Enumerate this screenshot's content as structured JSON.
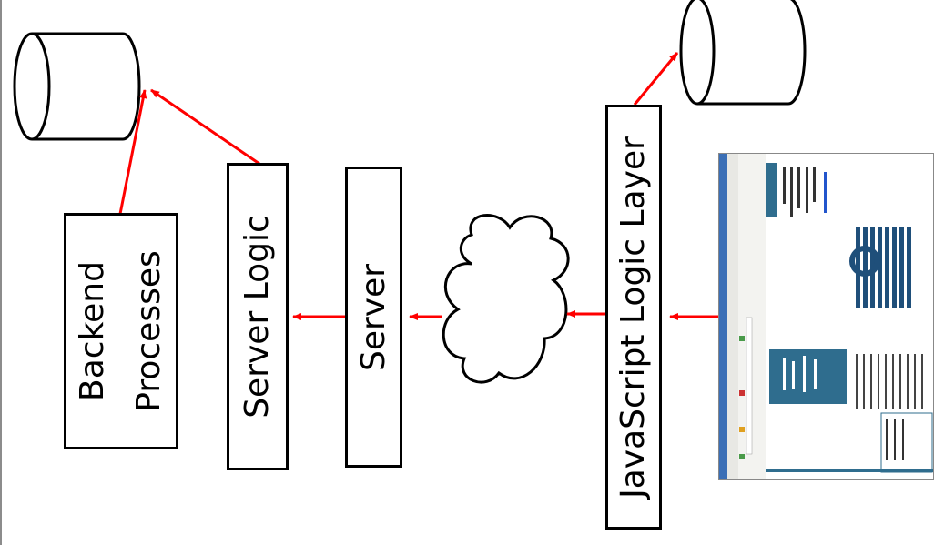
{
  "boxes": {
    "backend_line1": "Backend",
    "backend_line2": "Processes",
    "server_logic": "Server Logic",
    "server": "Server",
    "js_layer": "JavaScript Logic Layer"
  },
  "colors": {
    "arrow": "#ff0000",
    "stroke": "#000000",
    "accent": "#2f6d8e"
  },
  "icons": {
    "left_database": "database-cylinder-icon",
    "right_database": "database-cylinder-icon",
    "network": "cloud-icon",
    "browser": "browser-screenshot-thumbnail"
  }
}
